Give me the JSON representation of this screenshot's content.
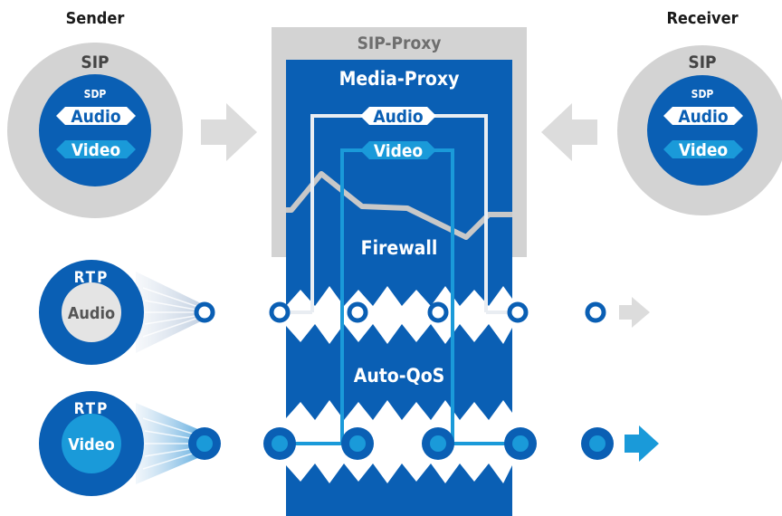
{
  "labels": {
    "sender": "Sender",
    "receiver": "Receiver",
    "sip_proxy": "SIP-Proxy",
    "media_proxy": "Media-Proxy",
    "proxy_audio": "Audio",
    "proxy_video": "Video",
    "firewall": "Firewall",
    "auto_qos": "Auto-QoS"
  },
  "sender": {
    "sip": "SIP",
    "sdp": "SDP",
    "audio": "Audio",
    "video": "Video"
  },
  "receiver": {
    "sip": "SIP",
    "sdp": "SDP",
    "audio": "Audio",
    "video": "Video"
  },
  "rtp_audio": {
    "rtp": "RTP",
    "label": "Audio"
  },
  "rtp_video": {
    "rtp": "RTP",
    "label": "Video"
  },
  "colors": {
    "dark_blue": "#0a5fb4",
    "light_blue": "#1a9ad9",
    "light_gray": "#d3d3d3",
    "mid_gray": "#c8c8c8",
    "arrow_gray": "#dcdcdc",
    "white": "#ffffff",
    "text_dark": "#1a1a1a",
    "text_gray": "#555555"
  }
}
